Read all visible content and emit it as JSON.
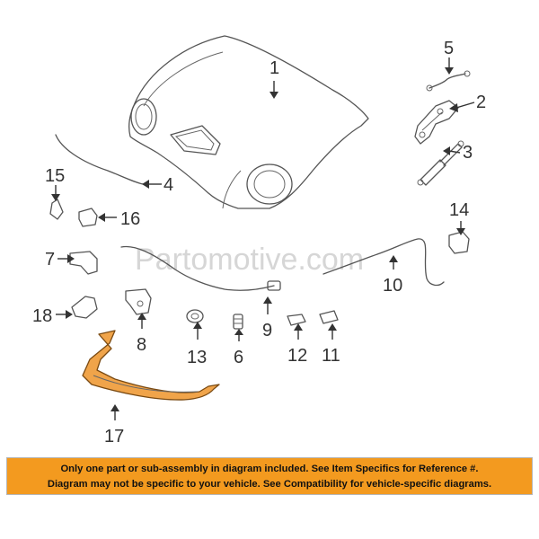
{
  "watermark": "Partomotive.com",
  "callouts": [
    {
      "id": "1",
      "text": "1"
    },
    {
      "id": "2",
      "text": "2"
    },
    {
      "id": "3",
      "text": "3"
    },
    {
      "id": "4",
      "text": "4"
    },
    {
      "id": "5",
      "text": "5"
    },
    {
      "id": "6",
      "text": "6"
    },
    {
      "id": "7",
      "text": "7"
    },
    {
      "id": "8",
      "text": "8"
    },
    {
      "id": "9",
      "text": "9"
    },
    {
      "id": "10",
      "text": "10"
    },
    {
      "id": "11",
      "text": "11"
    },
    {
      "id": "12",
      "text": "12"
    },
    {
      "id": "13",
      "text": "13"
    },
    {
      "id": "14",
      "text": "14"
    },
    {
      "id": "15",
      "text": "15"
    },
    {
      "id": "16",
      "text": "16"
    },
    {
      "id": "17",
      "text": "17"
    },
    {
      "id": "18",
      "text": "18"
    }
  ],
  "notice": {
    "line1": "Only one part or sub-assembly in diagram included. See Item Specifics for Reference #.",
    "line2": "Diagram may not be specific to your vehicle. See Compatibility for vehicle-specific diagrams.",
    "background": "#f39a1f",
    "highlight_part_color": "#f0a44a"
  }
}
